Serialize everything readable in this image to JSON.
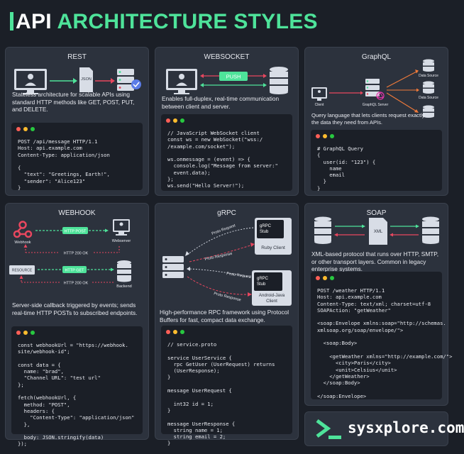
{
  "title": {
    "prefix": "API",
    "highlight": "ARCHITECTURE STYLES"
  },
  "colors": {
    "background": "#1b1f27",
    "card": "#2c323d",
    "accent": "#4ee39a",
    "arrow_red": "#e8475f",
    "arrow_orange": "#f07a3a"
  },
  "rest": {
    "title": "REST",
    "json_label": "JSON",
    "description": "Stateless architecture for scalable APIs using standard HTTP methods like GET, POST, PUT, and DELETE.",
    "code": "POST /api/message HTTP/1.1\nHost: api.example.com\nContent-Type: application/json\n\n{\n  \"text\": \"Greetings, Earth!\",\n  \"sender\": \"Alice123\"\n}"
  },
  "websocket": {
    "title": "WEBSOCKET",
    "push_label": "PUSH",
    "description": "Enables full-duplex, real-time communication between client and server.",
    "code": "// JavaScript WebSocket client\nconst ws = new WebSocket(\"wss:/\n/example.com/socket\");\n\nws.onmessage = (event) => {\n  console.log(\"Message from server:\"\n  event.data);\n};\nws.send(\"Hello Server!\");"
  },
  "graphql": {
    "title": "GraphQL",
    "client_label": "Client",
    "server_label": "GraphQL Server",
    "data_source_label": "Data Source",
    "description": "Query language that lets clients request exactly the data they need from APIs.",
    "code": "# GraphQL Query\n{\n  user(id: \"123\") {\n    name\n    email\n  }\n}"
  },
  "webhook": {
    "title": "WEBHOOK",
    "webhook_label": "Webhook",
    "webserver_label": "Webserver",
    "http_post": "HTTP POST",
    "http_200_top": "HTTP 200 OK",
    "resource_label": "RESOURCE",
    "http_get": "HTTP GET",
    "http_200_bottom": "HTTP 200 OK",
    "backend_label": "Backend",
    "description": "Server-side callback triggered by events; sends real-time HTTP POSTs to subscribed endpoints.",
    "code": "const webhookUrl = \"https://webhook.\nsite/webhook-id\";\n\nconst data = {\n  name: \"brad\",\n  \"Channel URL\": \"test url\"\n};\n\nfetch(webhookUrl, {\n  method: \"POST\",\n  headers: {\n    \"Content-Type\": \"application/json\"\n  },\n\n  body: JSON.stringify(data)\n});"
  },
  "grpc": {
    "title": "gRPC",
    "stub_line1": "gRPC",
    "stub_line2": "Stub",
    "ruby_client": "Ruby Client",
    "android_client_line1": "Android-Java",
    "android_client_line2": "Client",
    "proto_request": "Proto Request",
    "proto_response": "Proto Response",
    "description": "High-performance RPC framework using Protocol Buffers for fast, compact data exchange.",
    "code": "// service.proto\n\nservice UserService {\n  rpc GetUser (UserRequest) returns\n  (UserResponse);\n}\n\nmessage UserRequest {\n\n  int32 id = 1;\n}\n\nmessage UserResponse {\n  string name = 1;\n  string email = 2;\n}"
  },
  "soap": {
    "title": "SOAP",
    "xml_label": "XML",
    "description": "XML-based protocol that runs over HTTP, SMTP, or other transport layers. Common in legacy enterprise systems.",
    "code": "POST /weather HTTP/1.1\nHost: api.example.com\nContent-Type: text/xml; charset=utf-8\nSOAPAction: \"getWeather\"\n\n<soap:Envelope xmlns:soap=\"http://schemas.\nxmlsoap.org/soap/envelope/\">\n\n  <soap:Body>\n\n    <getWeather xmlns=\"http://example.com/\">\n      <city>Paris</city>\n      <unit>Celsius</unit>\n    </getWeather>\n  </soap:Body>\n\n</soap:Envelope>"
  },
  "brand": {
    "name": "sysxplore.com"
  }
}
